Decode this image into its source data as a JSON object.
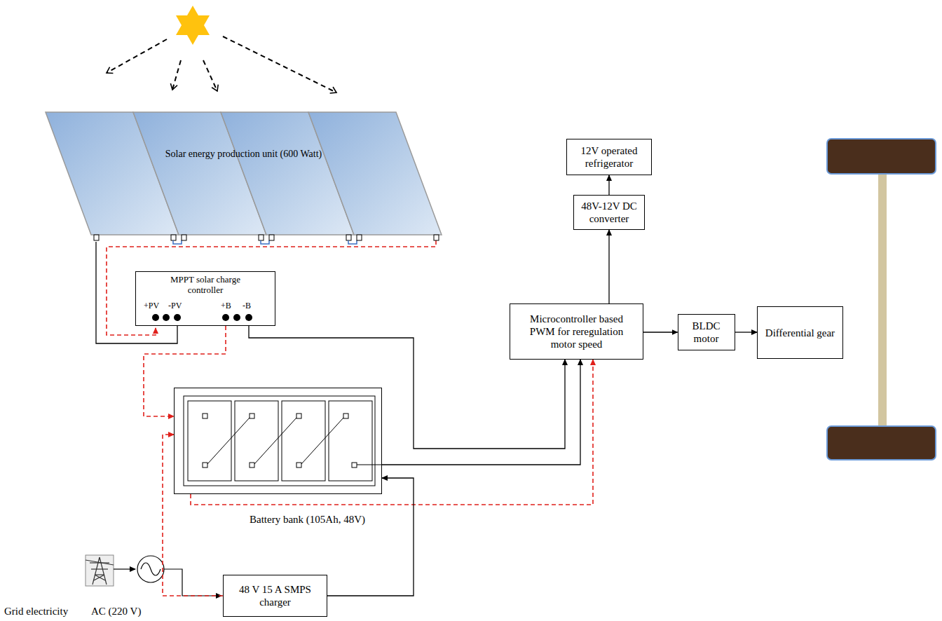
{
  "diagram": {
    "nodes": [
      {
        "text": [
          "Solar energy production unit (600 Watt)"
        ]
      },
      {
        "text": [
          "MPPT solar charge controller"
        ]
      },
      {
        "text": [
          "Battery bank (105Ah, 48V)"
        ]
      },
      {
        "text": [
          "48 V 15 A SMPS charger"
        ]
      },
      {
        "text": [
          "12V operated refrigerator"
        ]
      },
      {
        "text": [
          "48V-12V DC converter"
        ]
      },
      {
        "text": [
          "Microcontroller based PWM for reregulation motor speed"
        ]
      },
      {
        "text": [
          "BLDC motor"
        ]
      },
      {
        "text": [
          "Differential gear"
        ]
      }
    ],
    "edges": [
      {
        "from": 0,
        "to": 1,
        "arrow": "none"
      },
      {
        "from": 1,
        "to": 2,
        "arrow": "to"
      },
      {
        "from": 1,
        "to": 6,
        "arrow": "to"
      },
      {
        "from": 2,
        "to": 6,
        "arrow": "to"
      },
      {
        "from": 2,
        "to": 6,
        "arrow": "to"
      },
      {
        "from": 3,
        "to": 2,
        "arrow": "to"
      },
      {
        "from": 3,
        "to": 2,
        "arrow": "to"
      },
      {
        "from": 6,
        "to": 5,
        "arrow": "to"
      },
      {
        "from": 5,
        "to": 4,
        "arrow": "to"
      },
      {
        "from": 6,
        "to": 7,
        "arrow": "to"
      },
      {
        "from": 7,
        "to": 8,
        "arrow": "to"
      }
    ],
    "labels": [
      "+PV",
      "-PV",
      "+B",
      "-B",
      "Grid electricity",
      "AC (220 V)"
    ]
  }
}
